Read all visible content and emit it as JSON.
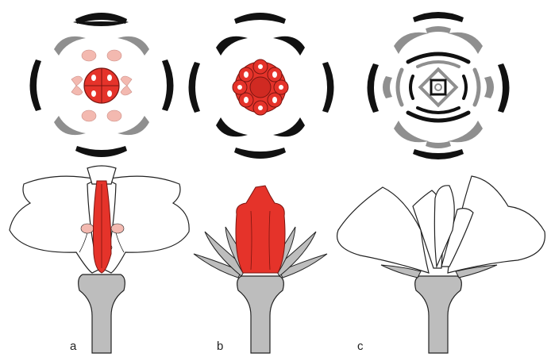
{
  "panels": [
    {
      "label": "a"
    },
    {
      "label": "b"
    },
    {
      "label": "c"
    }
  ],
  "colors": {
    "sepal": "#111111",
    "petal": "#8f8f8f",
    "stamen": "#f3b9b0",
    "carpel": "#e5332a",
    "carpel_dark": "#b01d16",
    "stalk": "#bdbdbd",
    "outline": "#222222"
  }
}
